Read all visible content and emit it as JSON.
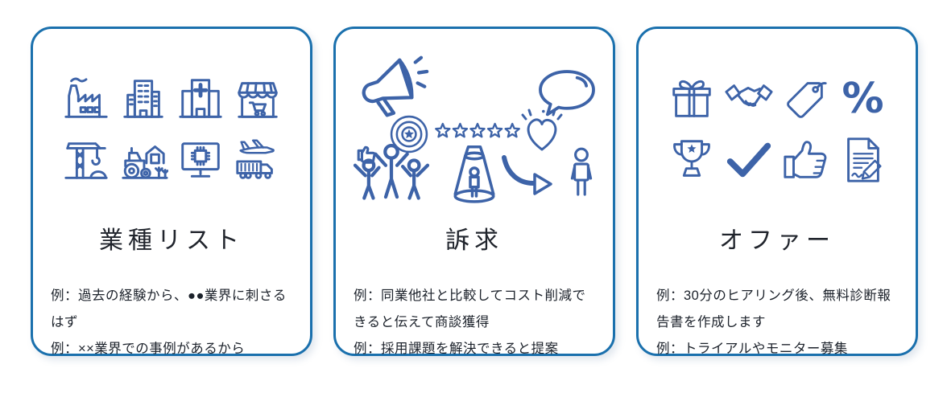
{
  "page": {
    "background": "#ffffff"
  },
  "theme": {
    "card_border_color": "#1a70ad",
    "icon_color": "#3d63a8",
    "title_color": "#20242c",
    "body_text_color": "#1c222b"
  },
  "cards": [
    {
      "title": "業種リスト",
      "examples": [
        "例：過去の経験から、●●業界に刺さるはず",
        "例：××業界での事例があるから"
      ],
      "icons": [
        "factory-icon",
        "office-building-icon",
        "hospital-icon",
        "storefront-icon",
        "crane-icon",
        "tractor-farm-icon",
        "computer-chip-icon",
        "airplane-truck-icon"
      ]
    },
    {
      "title": "訴求",
      "examples": [
        "例：同業他社と比較してコスト削減できると伝えて商談獲得",
        "例：採用課題を解決できると提案"
      ],
      "icons": [
        "megaphone-icon",
        "speech-bubble-icon",
        "target-icon",
        "five-stars-icon",
        "heart-icon",
        "cheering-crowd-icon",
        "spotlight-person-icon",
        "curved-arrow-icon",
        "person-icon"
      ]
    },
    {
      "title": "オファー",
      "percent_symbol": "%",
      "examples": [
        "例：30分のヒアリング後、無料診断報告書を作成します",
        "例：トライアルやモニター募集"
      ],
      "icons": [
        "gift-icon",
        "handshake-icon",
        "price-tag-icon",
        "percent-icon",
        "trophy-icon",
        "checkmark-icon",
        "thumbs-up-icon",
        "contract-icon"
      ]
    }
  ]
}
